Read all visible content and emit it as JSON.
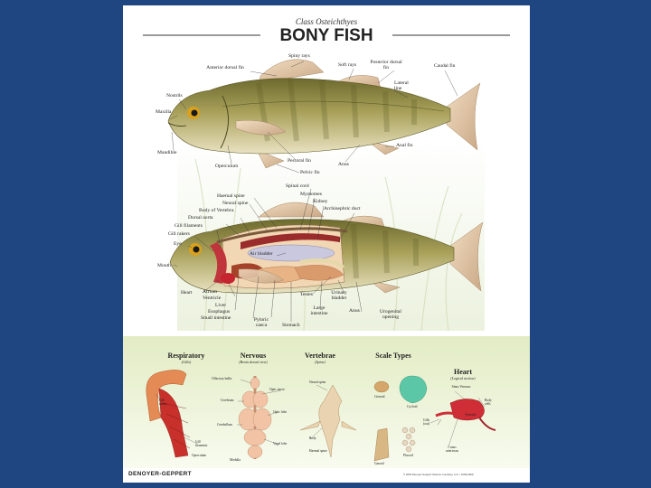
{
  "poster": {
    "class_label": "Class Osteichthyes",
    "title": "BONY FISH",
    "publisher": "DENOYER-GEPPERT",
    "copyright": "© 2004 Denoyer Geppert Science Company, LLC • 1049e-Bfsh"
  },
  "external_labels": {
    "spiny_rays": "Spiny rays",
    "soft_rays": "Soft rays",
    "posterior_dorsal_fin": "Posterior dorsal fin",
    "anterior_dorsal_fin": "Anterior dorsal fin",
    "caudal_fin": "Caudal fin",
    "nostrils": "Nostrils",
    "lateral_line": "Lateral line",
    "maxilla": "Maxilla",
    "mandible": "Mandible",
    "operculum": "Operculum",
    "pectoral_fin": "Pectoral fin",
    "anus": "Anus",
    "anal_fin": "Anal fin",
    "pelvic_fin": "Pelvic fin"
  },
  "internal_labels": {
    "spinal_cord": "Spinal cord",
    "myotomes": "Myotomes",
    "kidney": "Kidney",
    "haemal_spine": "Haemal spine",
    "archinephric_duct": "Archinephric duct",
    "neural_spine": "Neural spine",
    "body_of_vertebra": "Body of Vertebra",
    "dorsal_aorta": "Dorsal aorta",
    "gill_filaments": "Gill filaments",
    "gill_rakers": "Gill rakers",
    "eye": "Eye",
    "air_bladder": "Air bladder",
    "mouth": "Mouth",
    "heart": "Heart",
    "atrium": "Atrium",
    "ventricle": "Ventricle",
    "liver": "Liver",
    "esophagus": "Esophagus",
    "small_intestine": "Small intestine",
    "testes": "Testes",
    "urinary_bladder": "Urinary bladder",
    "anus": "Anus",
    "urogenital_opening": "Urogenital opening",
    "pyloric_caeca": "Pyloric caeca",
    "stomach": "Stomach",
    "large_intestine": "Large intestine"
  },
  "systems": {
    "respiratory": {
      "title": "Respiratory",
      "subtitle": "(Gills)",
      "labels": [
        "Gill rakers",
        "Gill filaments",
        "Operculum"
      ]
    },
    "nervous": {
      "title": "Nervous",
      "subtitle": "(Brain dorsal view)",
      "labels": [
        "Olfactory bulbs",
        "Optic nerve",
        "Cerebrum",
        "Optic lobe",
        "Cerebellum",
        "Vagal lobe",
        "Medulla"
      ]
    },
    "vertebrae": {
      "title": "Vertebrae",
      "subtitle": "(Spine)",
      "labels": [
        "Neural spine",
        "Body",
        "Haemal spine"
      ]
    },
    "scale_types": {
      "title": "Scale Types",
      "labels": [
        "Ctenoid",
        "Cycloid",
        "Ganoid",
        "Placoid"
      ]
    },
    "heart": {
      "title": "Heart",
      "subtitle": "(Logical section)",
      "labels": [
        "Sinus Venosus",
        "Body cells",
        "Ventricle",
        "Gills (out)",
        "Conus arteriosus"
      ]
    }
  }
}
